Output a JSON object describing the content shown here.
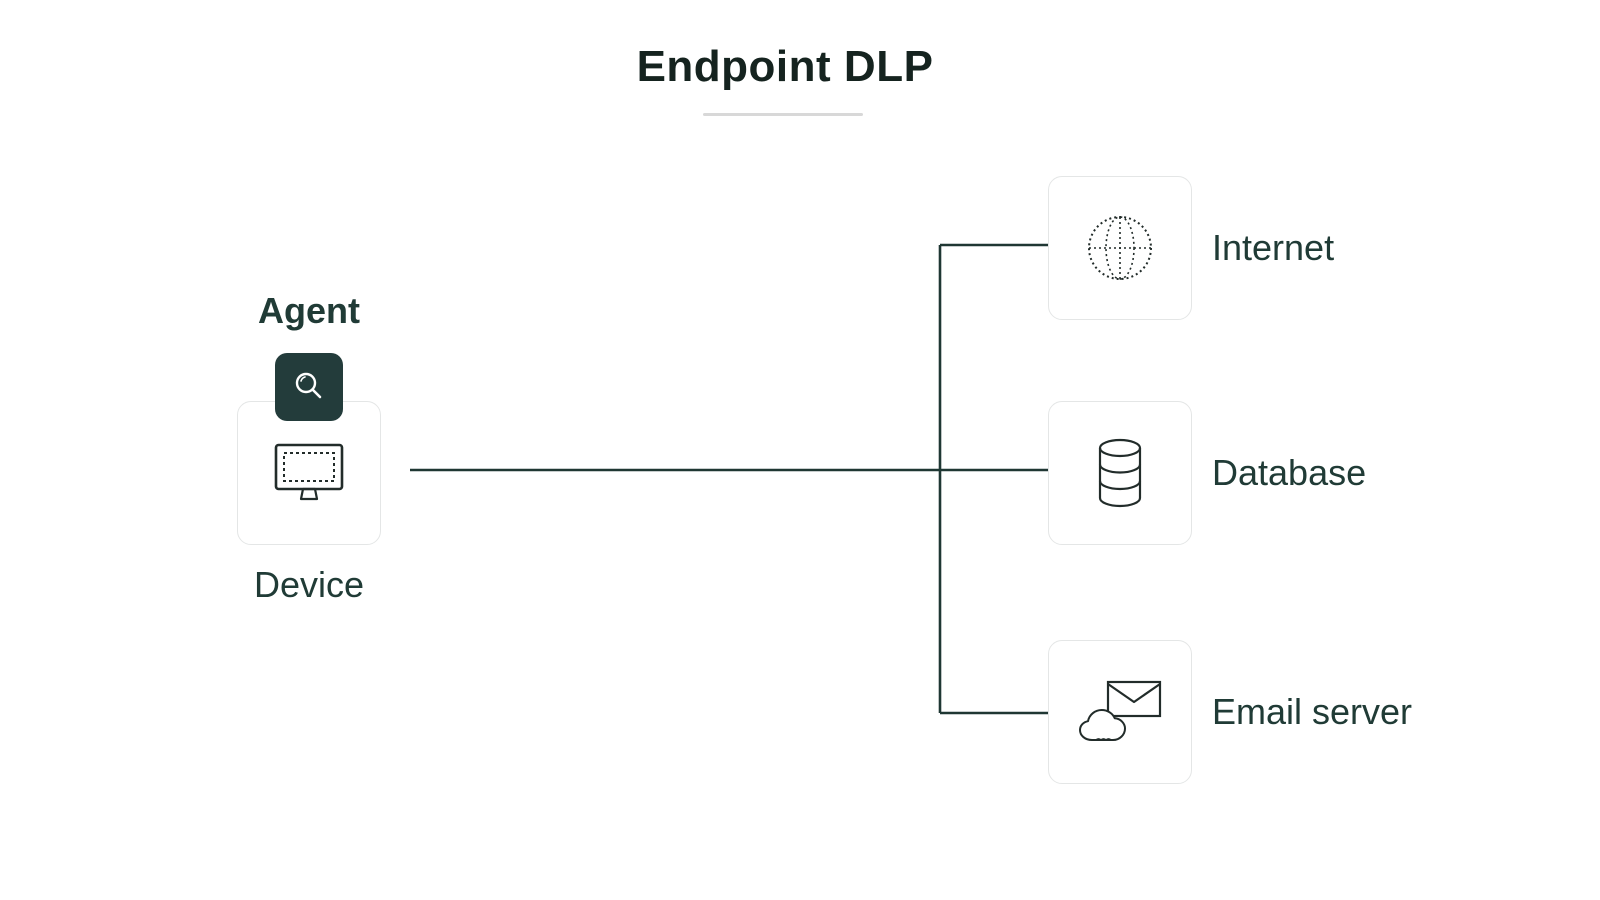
{
  "title": {
    "text": "Endpoint DLP"
  },
  "agent": {
    "label": "Agent",
    "icon": "magnifier-icon"
  },
  "device": {
    "label": "Device",
    "icon": "monitor-icon"
  },
  "targets": [
    {
      "label": "Internet",
      "icon": "globe-icon"
    },
    {
      "label": "Database",
      "icon": "database-icon"
    },
    {
      "label": "Email server",
      "icon": "email-cloud-icon"
    }
  ],
  "colors": {
    "text": "#203b36",
    "title_text": "#15231f",
    "line": "#1f3733",
    "card_border": "#e4e6e6",
    "agent_box_bg": "#233c3b",
    "agent_icon_stroke": "#ffffff",
    "underline": "#d8d8d8",
    "background": "#ffffff"
  }
}
